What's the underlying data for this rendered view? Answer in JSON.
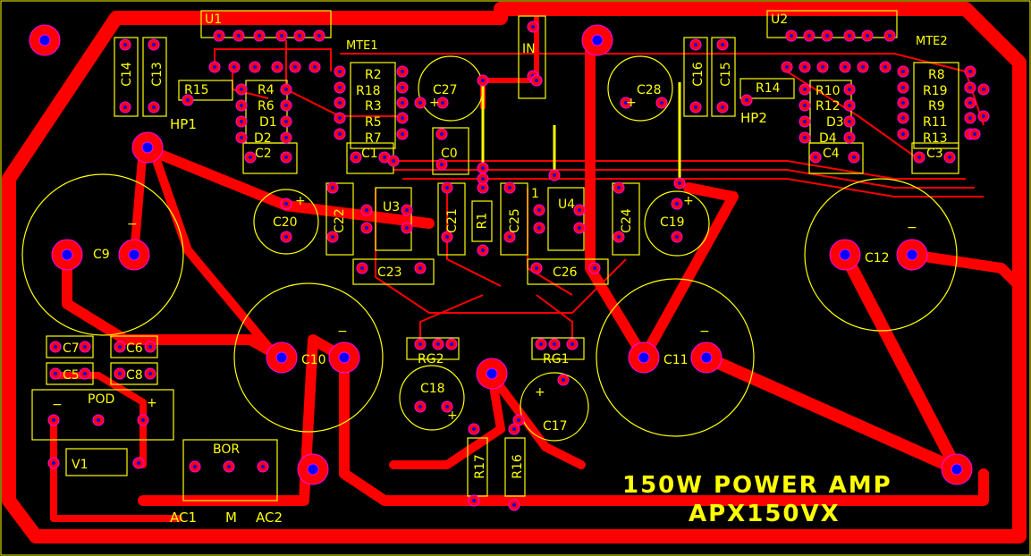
{
  "board": {
    "title_line1": "150W POWER AMP",
    "title_line2": "APX150VX"
  },
  "labels": {
    "U1": "U1",
    "U2": "U2",
    "U3": "U3",
    "U4": "U4",
    "MTE1": "MTE1",
    "MTE2": "MTE2",
    "IN": "IN",
    "HP1": "HP1",
    "HP2": "HP2",
    "C0": "C0",
    "C1": "C1",
    "C2": "C2",
    "C3": "C3",
    "C4": "C4",
    "C5": "C5",
    "C6": "C6",
    "C7": "C7",
    "C8": "C8",
    "C9": "C9",
    "C10": "C10",
    "C11": "C11",
    "C12": "C12",
    "C13": "C13",
    "C14": "C14",
    "C15": "C15",
    "C16": "C16",
    "C17": "C17",
    "C18": "C18",
    "C19": "C19",
    "C20": "C20",
    "C21": "C21",
    "C22": "C22",
    "C23": "C23",
    "C24": "C24",
    "C25": "C25",
    "C26": "C26",
    "C27": "C27",
    "C28": "C28",
    "R1": "R1",
    "R2": "R2",
    "R3": "R3",
    "R4": "R4",
    "R5": "R5",
    "R6": "R6",
    "R7": "R7",
    "R8": "R8",
    "R9": "R9",
    "R10": "R10",
    "R11": "R11",
    "R12": "R12",
    "R13": "R13",
    "R14": "R14",
    "R15": "R15",
    "R16": "R16",
    "R17": "R17",
    "R18": "R18",
    "R19": "R19",
    "D1": "D1",
    "D2": "D2",
    "D3": "D3",
    "D4": "D4",
    "RG1": "RG1",
    "RG2": "RG2",
    "V1": "V1",
    "POD": "POD",
    "BOR": "BOR",
    "AC1": "AC1",
    "M": "M",
    "AC2": "AC2",
    "one": "1",
    "plus": "+",
    "minus": "−"
  },
  "colors": {
    "background": "#000000",
    "copper": "#ff0000",
    "silkscreen": "#ffff00",
    "drill": "#0000ff",
    "via_ring": "#ff00ff"
  }
}
